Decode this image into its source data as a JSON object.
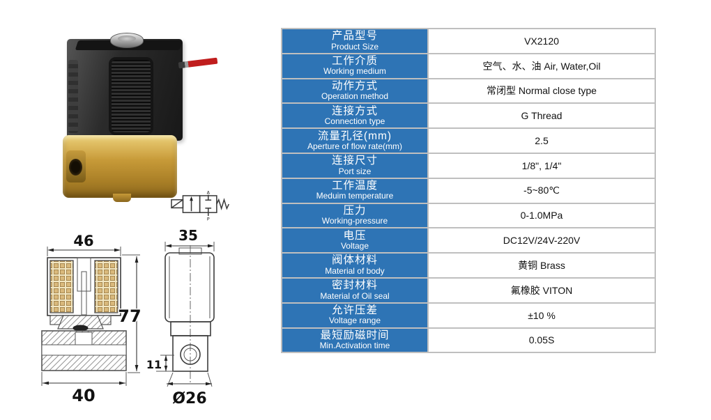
{
  "colors": {
    "page_bg": "#FFFFFF",
    "header_bg": "#2E74B5",
    "header_text": "#FFFFFF",
    "table_border": "#BFBFBF",
    "value_text": "#111111",
    "coil_black": "#181818",
    "wire_red": "#C01D1D",
    "brass": "#C79A38"
  },
  "schematic": {
    "port_a": "A",
    "port_p": "P"
  },
  "drawings": {
    "front": {
      "width_top": "46",
      "height": "77",
      "width_bottom": "40"
    },
    "side": {
      "width_top": "35",
      "step": "11",
      "diameter": "Ø26"
    }
  },
  "spec_table": {
    "rows": [
      {
        "cn": "产品型号",
        "en": "Product Size",
        "value": "VX2120"
      },
      {
        "cn": "工作介质",
        "en": "Working medium",
        "value": "空气、水、油 Air, Water,Oil"
      },
      {
        "cn": "动作方式",
        "en": "Operation method",
        "value": "常闭型 Normal close type"
      },
      {
        "cn": "连接方式",
        "en": "Connection type",
        "value": "G Thread"
      },
      {
        "cn": "流量孔径(mm)",
        "en": "Aperture of flow rate(mm)",
        "value": "2.5"
      },
      {
        "cn": "连接尺寸",
        "en": "Port size",
        "value": "1/8\", 1/4\""
      },
      {
        "cn": "工作温度",
        "en": "Meduim temperature",
        "value": "-5~80℃"
      },
      {
        "cn": "压力",
        "en": "Working-pressure",
        "value": "0-1.0MPa"
      },
      {
        "cn": "电压",
        "en": "Voltage",
        "value": "DC12V/24V-220V"
      },
      {
        "cn": "阀体材料",
        "en": "Material of body",
        "value": "黄铜 Brass"
      },
      {
        "cn": "密封材料",
        "en": "Material of Oil seal",
        "value": "氟橡胶 VITON"
      },
      {
        "cn": "允许压差",
        "en": "Voltage range",
        "value": "±10 %"
      },
      {
        "cn": "最短励磁时间",
        "en": "Min.Activation time",
        "value": "0.05S"
      }
    ]
  }
}
